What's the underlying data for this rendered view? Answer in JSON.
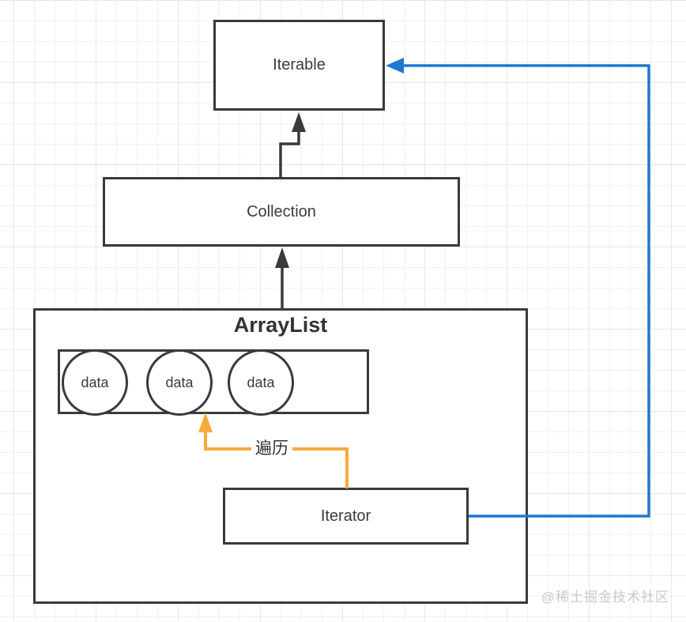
{
  "diagram": {
    "nodes": {
      "iterable": {
        "label": "Iterable"
      },
      "collection": {
        "label": "Collection"
      },
      "arraylist": {
        "label": "ArrayList"
      },
      "iterator": {
        "label": "Iterator"
      },
      "data_items": [
        "data",
        "data",
        "data"
      ]
    },
    "edges": {
      "traverse_label": "遍历"
    },
    "watermark": "@稀土掘金技术社区",
    "colors": {
      "border": "#3a3a3a",
      "arrow_black": "#3a3a3a",
      "arrow_blue": "#1e78d2",
      "arrow_yellow": "#f5ab3d",
      "grid_minor": "#f1f1f1",
      "grid_major": "#e7e7e7",
      "text": "#3a3a3a",
      "watermark_gray": "#c9c9c9",
      "background": "#ffffff"
    }
  }
}
